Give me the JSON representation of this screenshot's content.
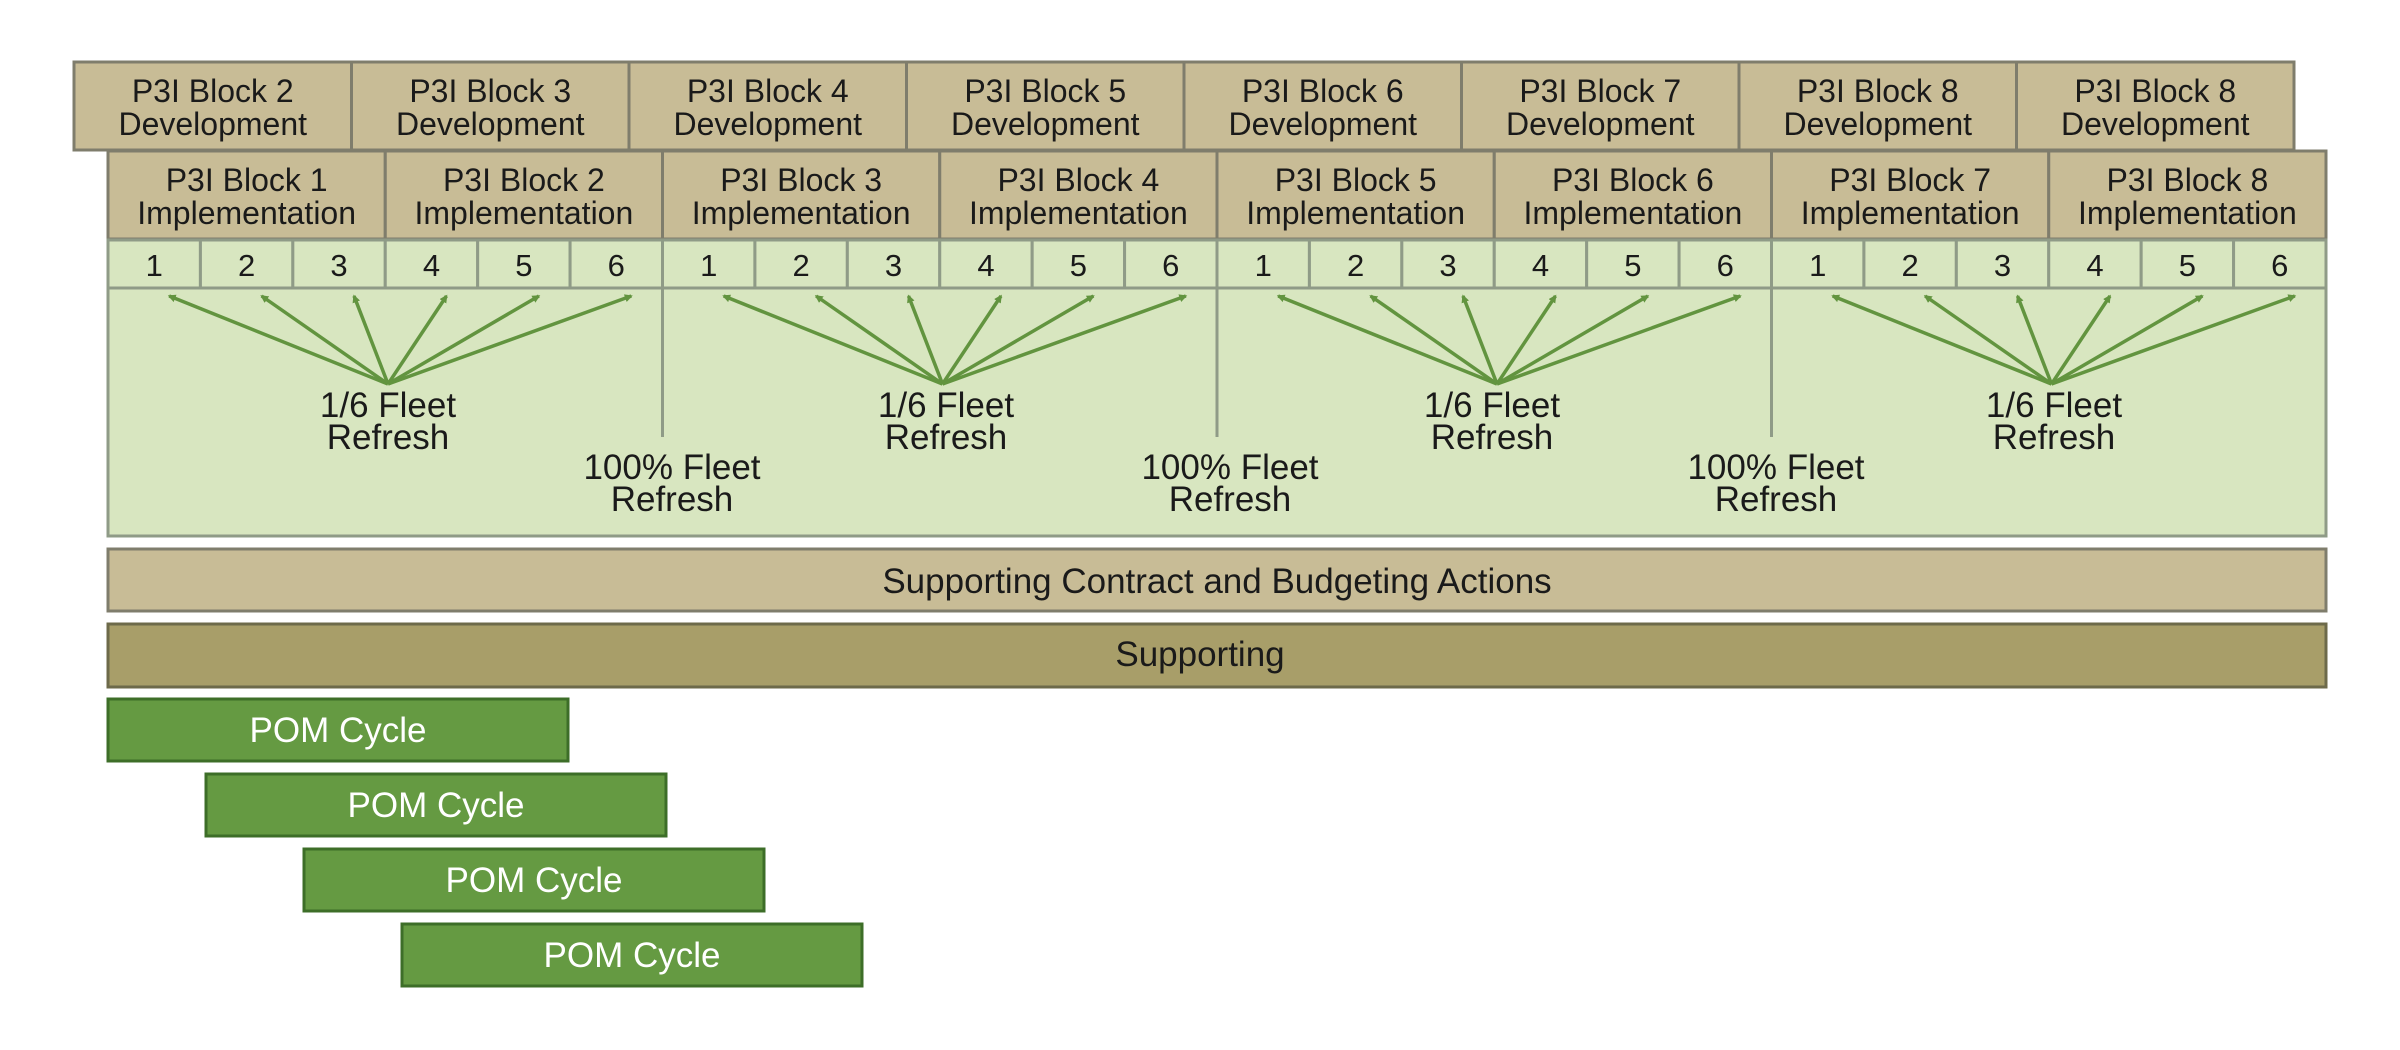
{
  "development_blocks": [
    [
      "P3I Block 2",
      "Development"
    ],
    [
      "P3I Block 3",
      "Development"
    ],
    [
      "P3I Block 4",
      "Development"
    ],
    [
      "P3I Block 5",
      "Development"
    ],
    [
      "P3I Block 6",
      "Development"
    ],
    [
      "P3I Block 7",
      "Development"
    ],
    [
      "P3I Block 8",
      "Development"
    ],
    [
      "P3I Block 8",
      "Development"
    ]
  ],
  "implementation_blocks": [
    [
      "P3I Block 1",
      "Implementation"
    ],
    [
      "P3I Block 2",
      "Implementation"
    ],
    [
      "P3I Block 3",
      "Implementation"
    ],
    [
      "P3I Block 4",
      "Implementation"
    ],
    [
      "P3I Block 5",
      "Implementation"
    ],
    [
      "P3I Block 6",
      "Implementation"
    ],
    [
      "P3I Block 7",
      "Implementation"
    ],
    [
      "P3I Block 8",
      "Implementation"
    ]
  ],
  "increment_labels": [
    "1",
    "2",
    "3",
    "4",
    "5",
    "6"
  ],
  "partial_refresh_label": [
    "1/6 Fleet",
    "Refresh"
  ],
  "full_refresh_label": [
    "100% Fleet",
    "Refresh"
  ],
  "contract_bar_label": "Supporting Contract and Budgeting Actions",
  "supporting_bar_label": "Supporting",
  "pom_cycles": [
    "POM Cycle",
    "POM Cycle",
    "POM Cycle",
    "POM Cycle"
  ],
  "colors": {
    "tan": "#c8bc96",
    "tan_border": "#7f7d6c",
    "olive": "#a89e69",
    "olive_border": "#6d6a4a",
    "light_green": "#d8e6c0",
    "green_border": "#8f9b87",
    "arrow_green": "#62943f",
    "pom_green": "#659a42",
    "pom_border": "#3d6e28"
  }
}
